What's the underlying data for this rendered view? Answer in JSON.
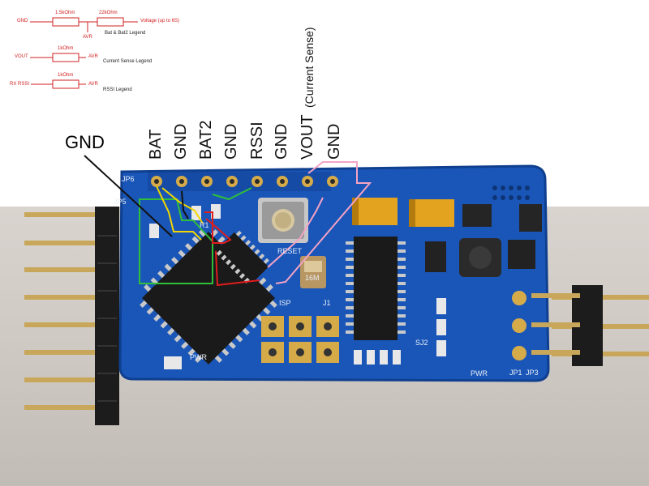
{
  "legends": {
    "bat": {
      "gnd": "GND",
      "r1": "1.5kOhm",
      "r2": "22kOhm",
      "voltage": "Voltage (up to 6S)",
      "avr": "AVR",
      "caption": "Bat & Bat2 Legend"
    },
    "current": {
      "vout": "VOUT",
      "r": "1kOhm",
      "avr": "AVR",
      "caption": "Current Sense Legend"
    },
    "rssi": {
      "rx": "RX RSSI",
      "r": "1kOhm",
      "avr": "AVR",
      "caption": "RSSI Legend"
    }
  },
  "pin_labels": [
    {
      "text": "BAT"
    },
    {
      "text": "GND"
    },
    {
      "text": "BAT2"
    },
    {
      "text": "GND"
    },
    {
      "text": "RSSI"
    },
    {
      "text": "GND"
    },
    {
      "text": "VOUT"
    },
    {
      "text": "(Current Sense)"
    },
    {
      "text": "GND"
    }
  ],
  "gnd_callout": "GND",
  "board_labels": {
    "jp6": "JP6",
    "jp5": "JP5",
    "reset": "RESET",
    "isp": "ISP",
    "j1": "J1",
    "sj2": "SJ2",
    "pwr_left": "PWR",
    "pwr_right": "PWR",
    "jp1": "JP1",
    "jp3": "JP3",
    "r1": "R1",
    "crystal": "16M"
  },
  "colors": {
    "pcb": "#1a56b8",
    "pcb_dark": "#0f3f8f",
    "legend_red": "#d02020",
    "wire_yellow": "#f2d600",
    "wire_green": "#2fbf3a",
    "wire_red": "#e01c1c",
    "wire_pink": "#f4a3c4",
    "wire_black": "#111111"
  }
}
